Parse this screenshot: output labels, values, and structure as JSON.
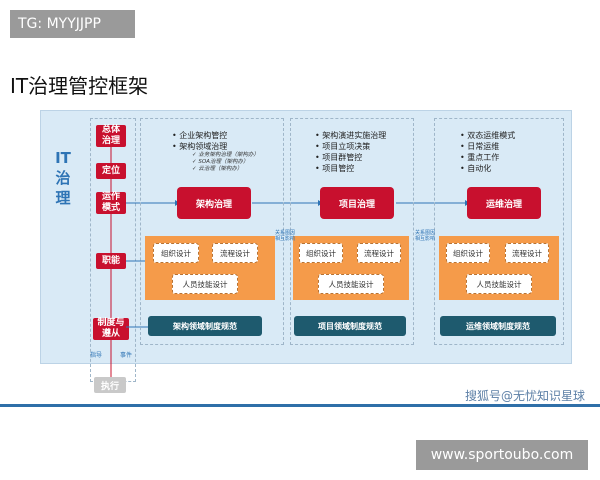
{
  "header": {
    "tag": "TG: MYYJJPP",
    "title": "IT治理管控框架"
  },
  "side": {
    "it_label": "IT\n治\n理",
    "boxes": [
      "总体\n治理",
      "定位",
      "运作\n模式",
      "职能",
      "制度与\n遵从"
    ],
    "bottom_labels": [
      "指导",
      "事件"
    ],
    "exec": "执行"
  },
  "sections": [
    {
      "bullets": [
        "企业架构管控",
        "架构领域治理"
      ],
      "sub_bullets": [
        "业务架构治理（架构办）",
        "SOA治理（架构办）",
        "云治理（架构办）"
      ],
      "governance": "架构治理",
      "org": "组织设计",
      "process": "流程设计",
      "people": "人员技能设计",
      "standard": "架构领域制度规范"
    },
    {
      "bullets": [
        "架构演进实施治理",
        "项目立项决策",
        "项目群管控",
        "项目管控"
      ],
      "sub_bullets": [],
      "governance": "项目治理",
      "org": "组织设计",
      "process": "流程设计",
      "people": "人员技能设计",
      "standard": "项目领域制度规范"
    },
    {
      "bullets": [
        "双态运维模式",
        "日常运维",
        "重点工作",
        "自动化"
      ],
      "sub_bullets": [],
      "governance": "运维治理",
      "org": "组织设计",
      "process": "流程设计",
      "people": "人员技能设计",
      "standard": "运维领域制度规范"
    }
  ],
  "arrow_labels": [
    "关系图因\n相互影响",
    "关系图因\n相互影响"
  ],
  "watermark": "搜狐号@无忧知识星球",
  "footer": "www.sportoubo.com",
  "colors": {
    "red": "#c8102e",
    "orange": "#f59b4a",
    "teal": "#1e5a6e",
    "blue": "#2f6fa8"
  }
}
